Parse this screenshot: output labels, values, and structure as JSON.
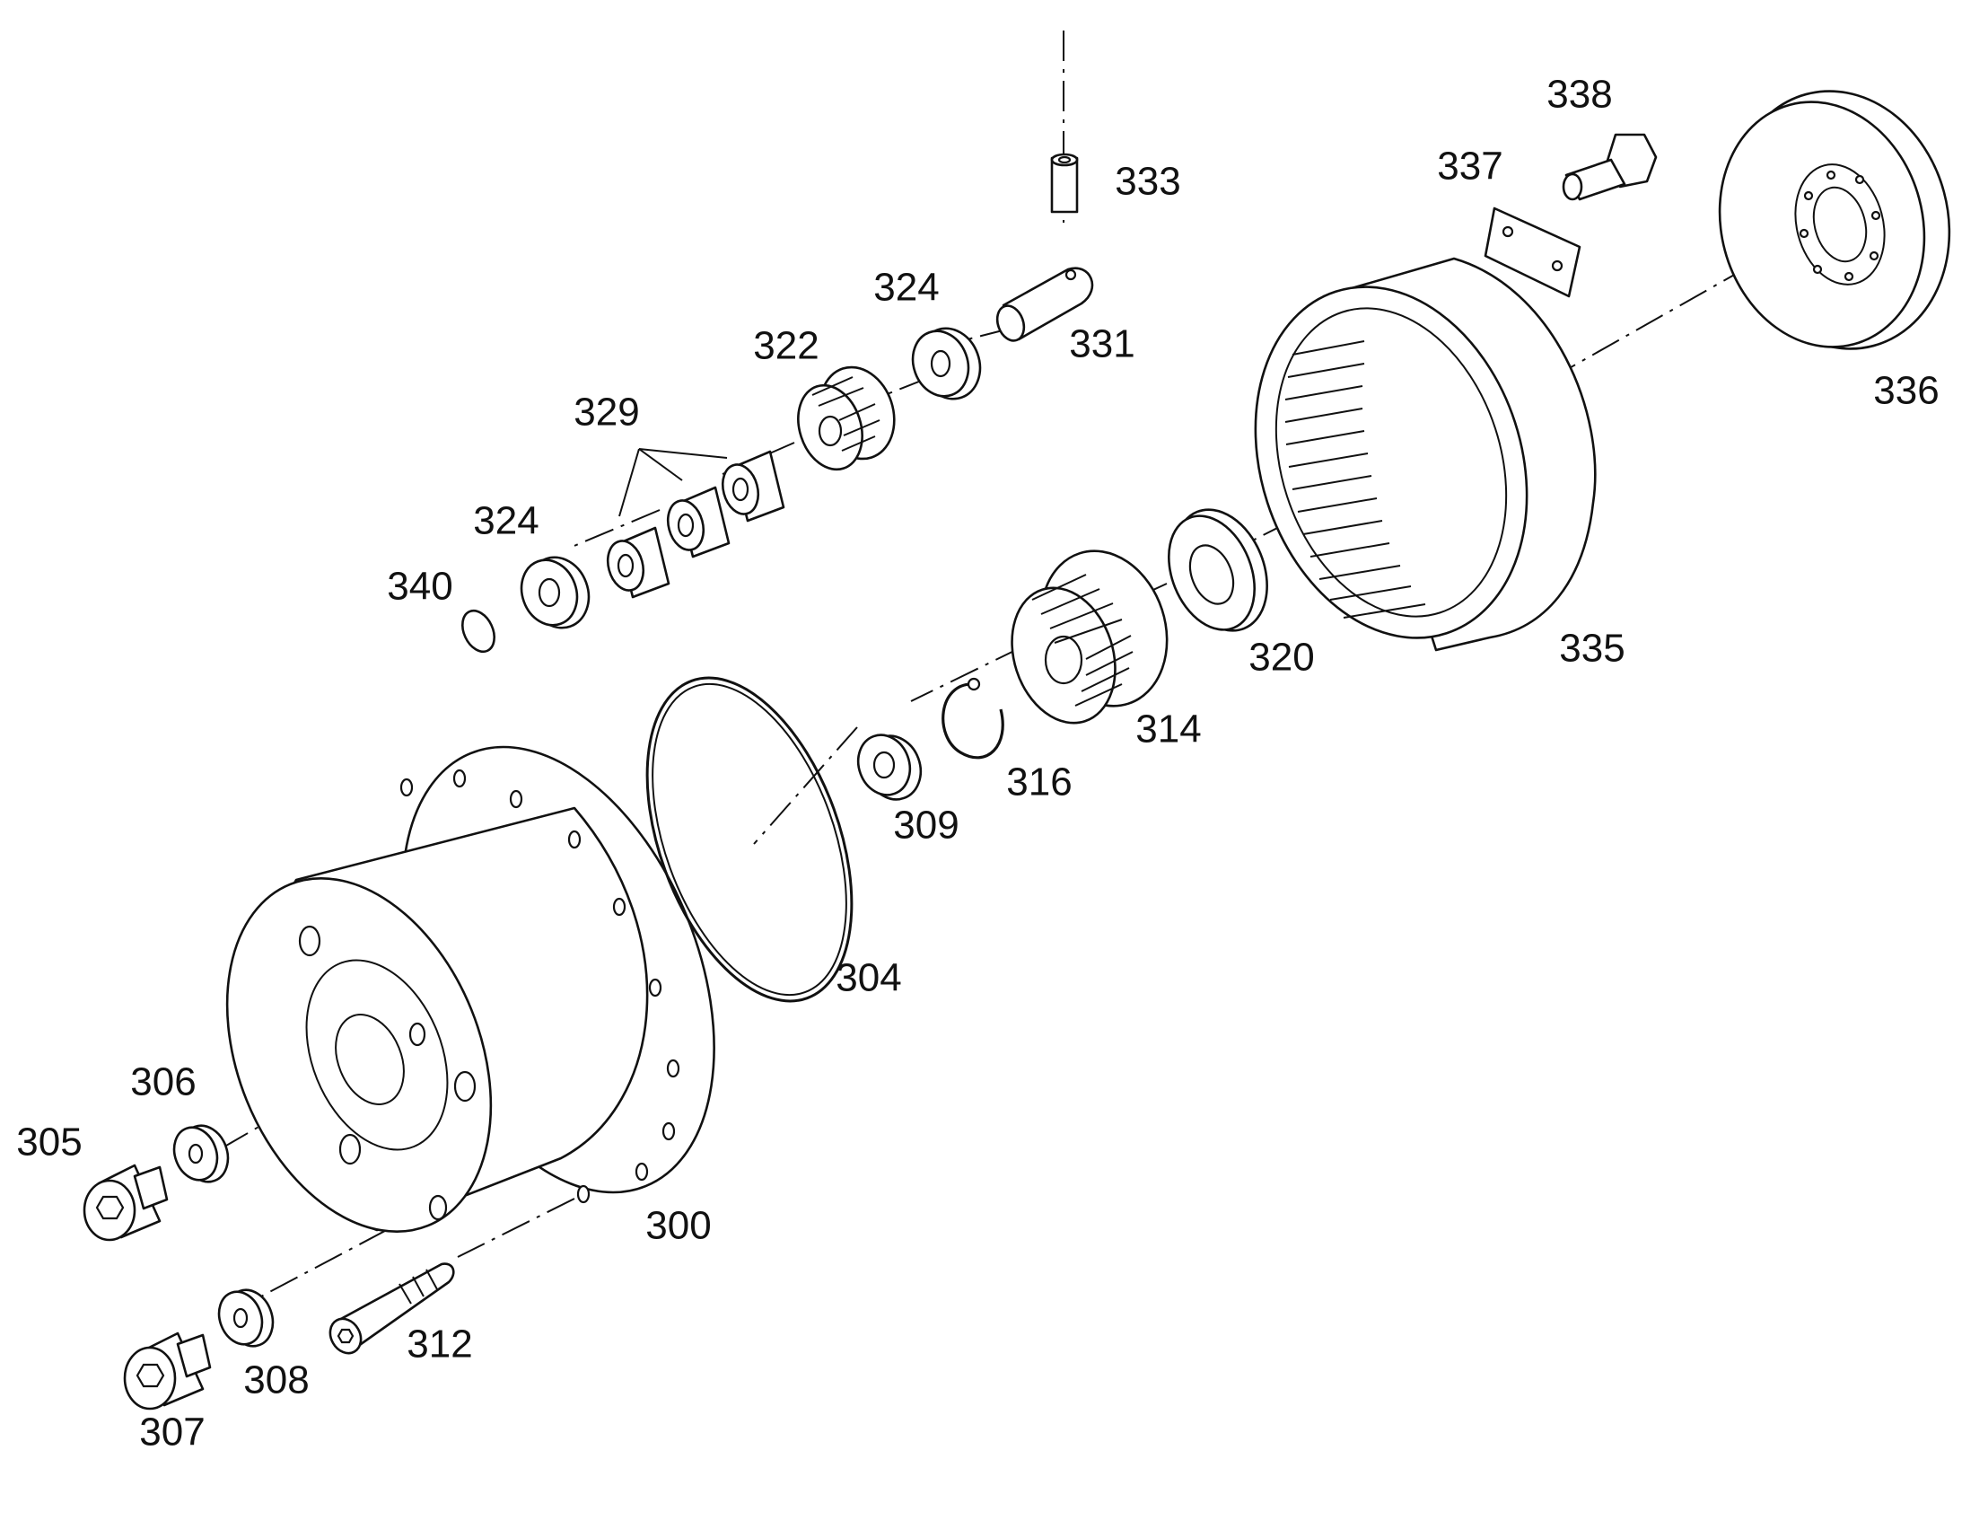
{
  "diagram": {
    "labels": {
      "p300": "300",
      "p304": "304",
      "p305": "305",
      "p306": "306",
      "p307": "307",
      "p308": "308",
      "p309": "309",
      "p312": "312",
      "p314": "314",
      "p316": "316",
      "p320": "320",
      "p322": "322",
      "p324_top": "324",
      "p324_left": "324",
      "p329": "329",
      "p331": "331",
      "p333": "333",
      "p335": "335",
      "p336": "336",
      "p337": "337",
      "p338": "338",
      "p340": "340"
    },
    "colors": {
      "line": "#111111",
      "background": "#ffffff"
    }
  }
}
